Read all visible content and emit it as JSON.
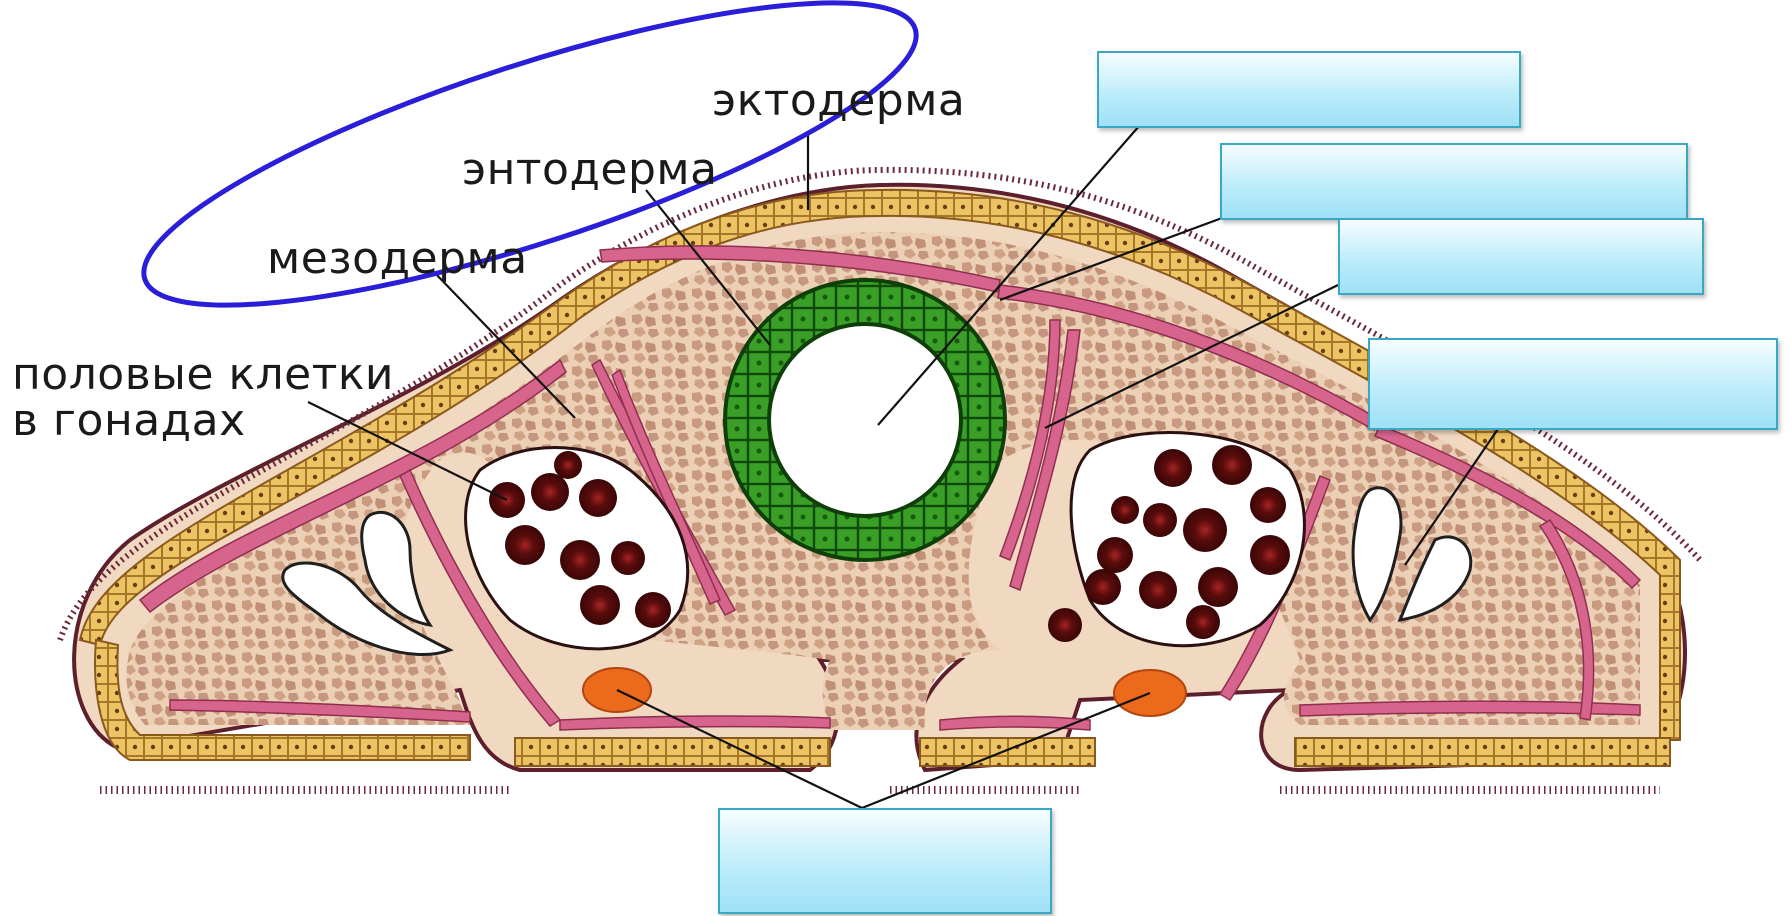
{
  "labels": {
    "ectoderm": "эктодерма",
    "entoderm": "энтодерма",
    "mesoderm": "мезодерма",
    "germ_cells_line1": "половые клетки",
    "germ_cells_line2": "в гонадах"
  },
  "answer_boxes": [
    "",
    "",
    "",
    "",
    ""
  ],
  "colors": {
    "ectoderm": "#e8c15e",
    "ectoderm_cell_border": "#9a6b1f",
    "outline": "#6b2a3a",
    "parenchyma": "#e9c9ad",
    "parenchyma_cell": "#c99b82",
    "muscle": "#d4658a",
    "intestine": "#2f8f1f",
    "germ_cell": "#5e1010",
    "nerve_ganglion": "#e8651d",
    "highlight_ellipse": "#2a1ed8",
    "answer_box": "#b9ebfa"
  }
}
